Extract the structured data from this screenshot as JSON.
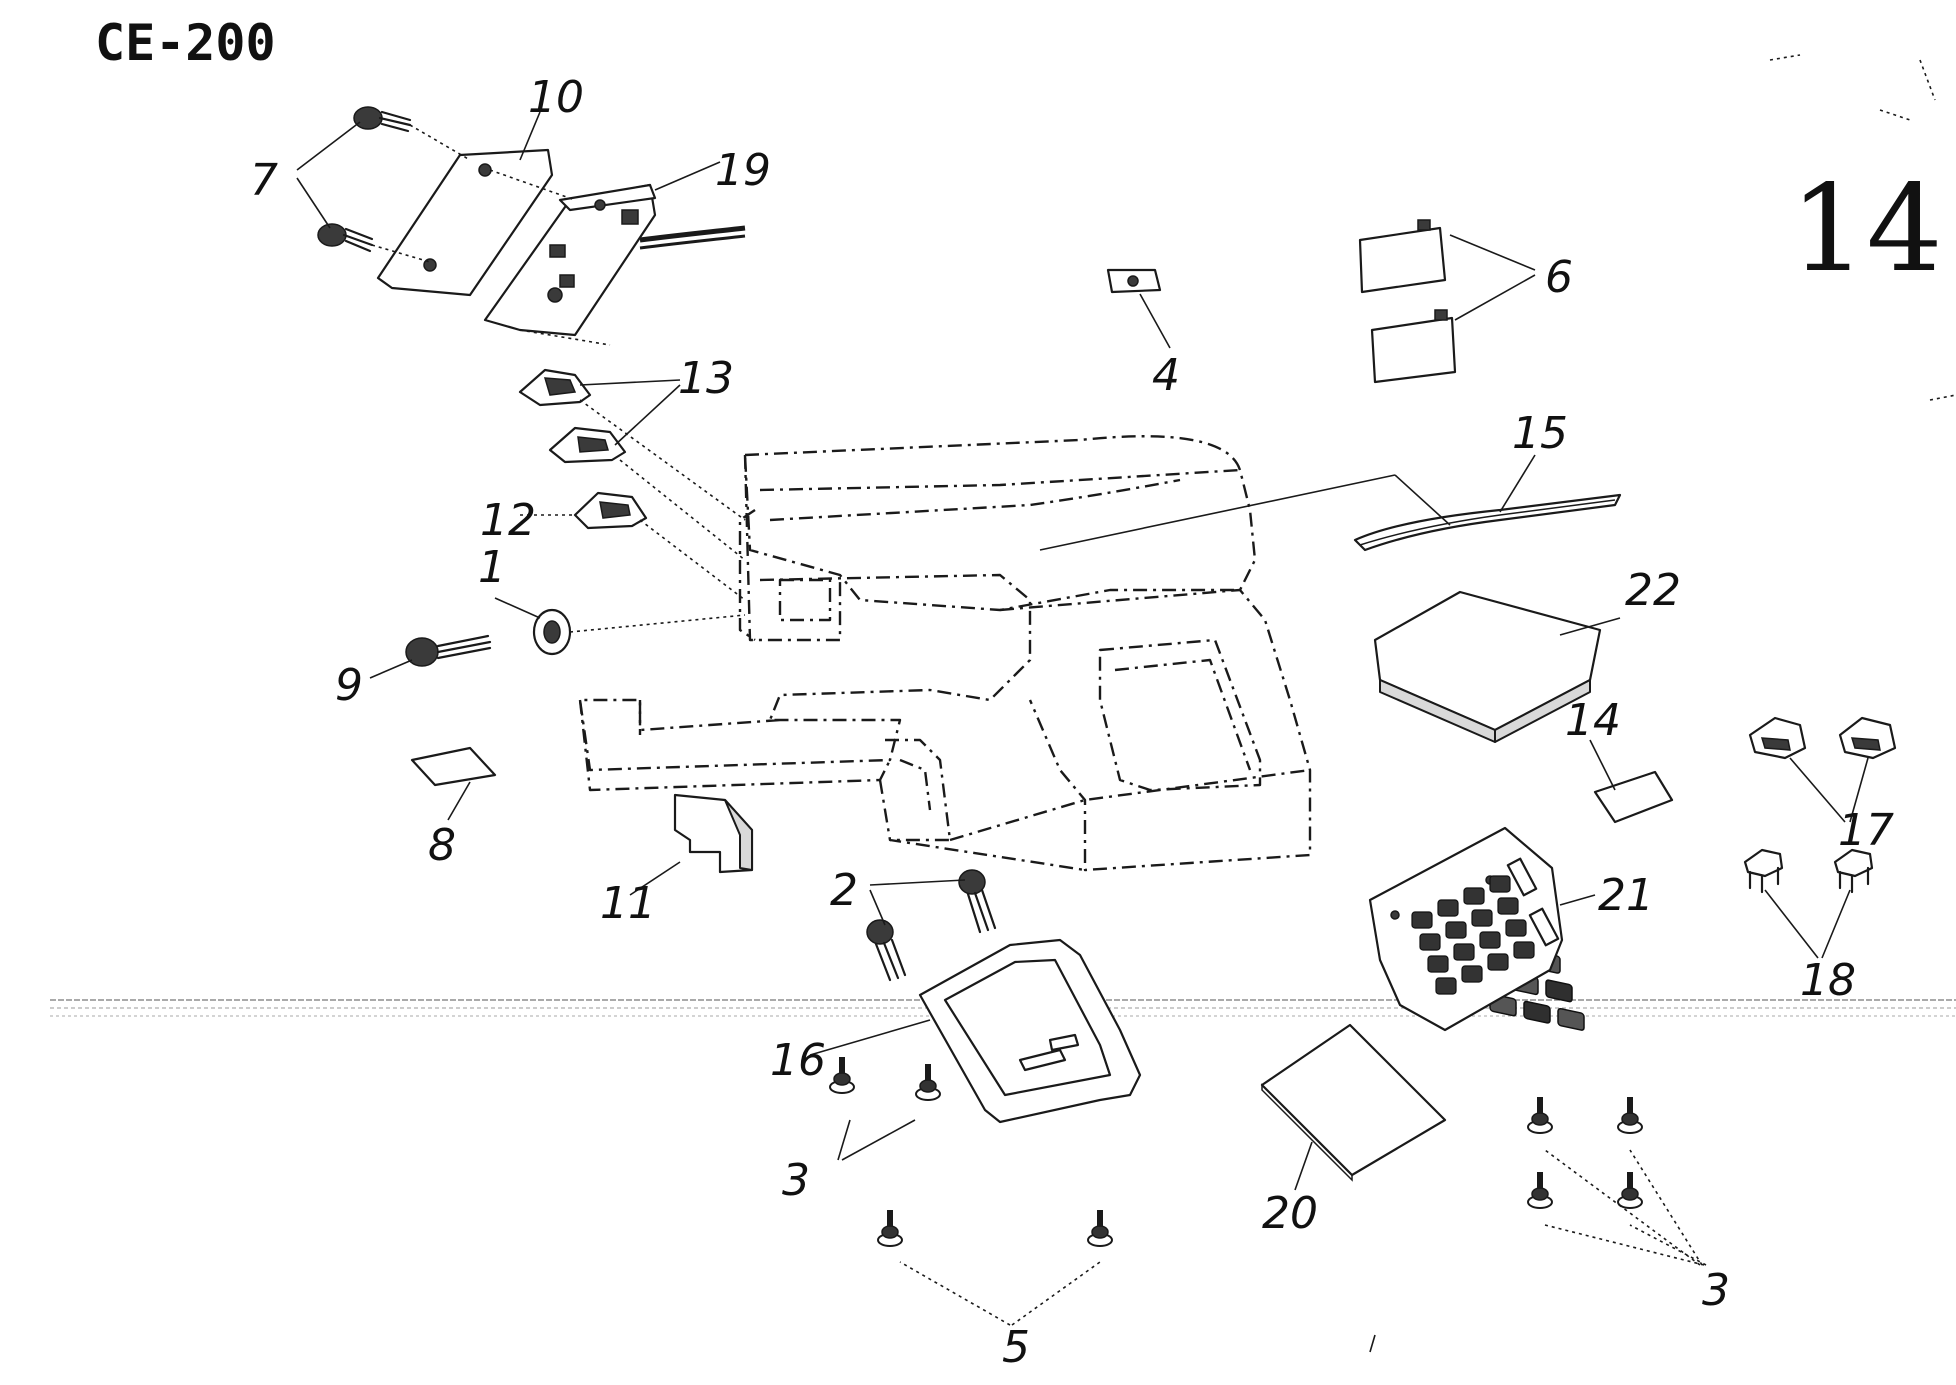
{
  "header": {
    "model": "CE-200",
    "page_number": "14"
  },
  "callouts": [
    {
      "id": "p1",
      "label": "1"
    },
    {
      "id": "p2",
      "label": "2"
    },
    {
      "id": "p3a",
      "label": "3"
    },
    {
      "id": "p3b",
      "label": "3"
    },
    {
      "id": "p4",
      "label": "4"
    },
    {
      "id": "p5",
      "label": "5"
    },
    {
      "id": "p6",
      "label": "6"
    },
    {
      "id": "p7",
      "label": "7"
    },
    {
      "id": "p8",
      "label": "8"
    },
    {
      "id": "p9",
      "label": "9"
    },
    {
      "id": "p10",
      "label": "10"
    },
    {
      "id": "p11",
      "label": "11"
    },
    {
      "id": "p12",
      "label": "12"
    },
    {
      "id": "p13",
      "label": "13"
    },
    {
      "id": "p14",
      "label": "14"
    },
    {
      "id": "p15",
      "label": "15"
    },
    {
      "id": "p16",
      "label": "16"
    },
    {
      "id": "p17",
      "label": "17"
    },
    {
      "id": "p18",
      "label": "18"
    },
    {
      "id": "p19",
      "label": "19"
    },
    {
      "id": "p20",
      "label": "20"
    },
    {
      "id": "p21",
      "label": "21"
    },
    {
      "id": "p22",
      "label": "22"
    }
  ]
}
